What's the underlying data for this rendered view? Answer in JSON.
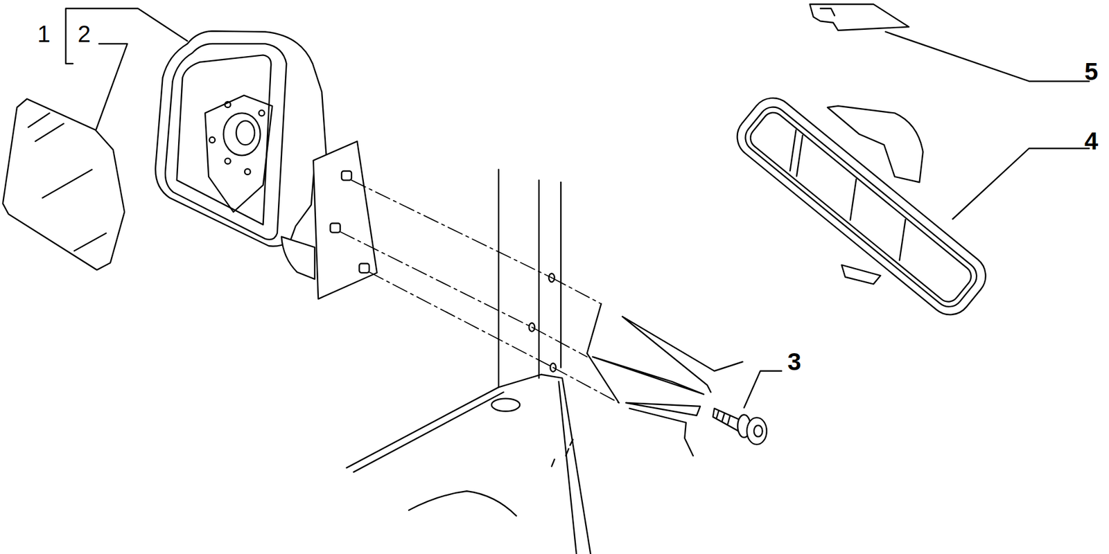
{
  "diagram": {
    "labels": [
      "1",
      "2",
      "5",
      "4",
      "3"
    ]
  }
}
